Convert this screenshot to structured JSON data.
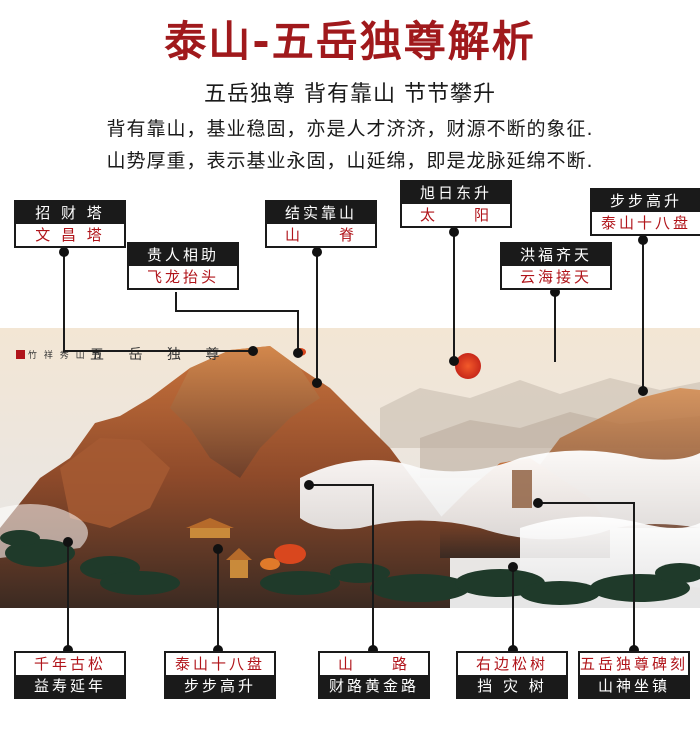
{
  "title": "泰山-五岳独尊解析",
  "subtitle": "五岳独尊 背有靠山 节节攀升",
  "description": [
    "背有靠山，基业稳固，亦是人才济济，财源不断的象征.",
    "山势厚重，表示基业永固，山延绵，即是龙脉延绵不断."
  ],
  "painting": {
    "inscription": "五 岳 独 尊",
    "small_text": "竹 祥 秀 山 书"
  },
  "labels_top": [
    {
      "top": "招 财 塔",
      "bottom": "文 昌 塔"
    },
    {
      "top": "贵人相助",
      "bottom": "飞龙抬头"
    },
    {
      "top": "结实靠山",
      "bottom": "山　　脊"
    },
    {
      "top": "旭日东升",
      "bottom": "太　　阳"
    },
    {
      "top": "洪福齐天",
      "bottom": "云海接天"
    },
    {
      "top": "步步高升",
      "bottom": "泰山十八盘"
    }
  ],
  "labels_bottom": [
    {
      "top": "千年古松",
      "bottom": "益寿延年"
    },
    {
      "top": "泰山十八盘",
      "bottom": "步步高升"
    },
    {
      "top": "山　　路",
      "bottom": "财路黄金路"
    },
    {
      "top": "右边松树",
      "bottom": "挡 灾 树"
    },
    {
      "top": "五岳独尊碑刻",
      "bottom": "山神坐镇"
    }
  ],
  "colors": {
    "title": "#a0191c",
    "label_dark": "#1a1a1a",
    "label_red": "#b0141a",
    "sun": "#d8321e"
  }
}
